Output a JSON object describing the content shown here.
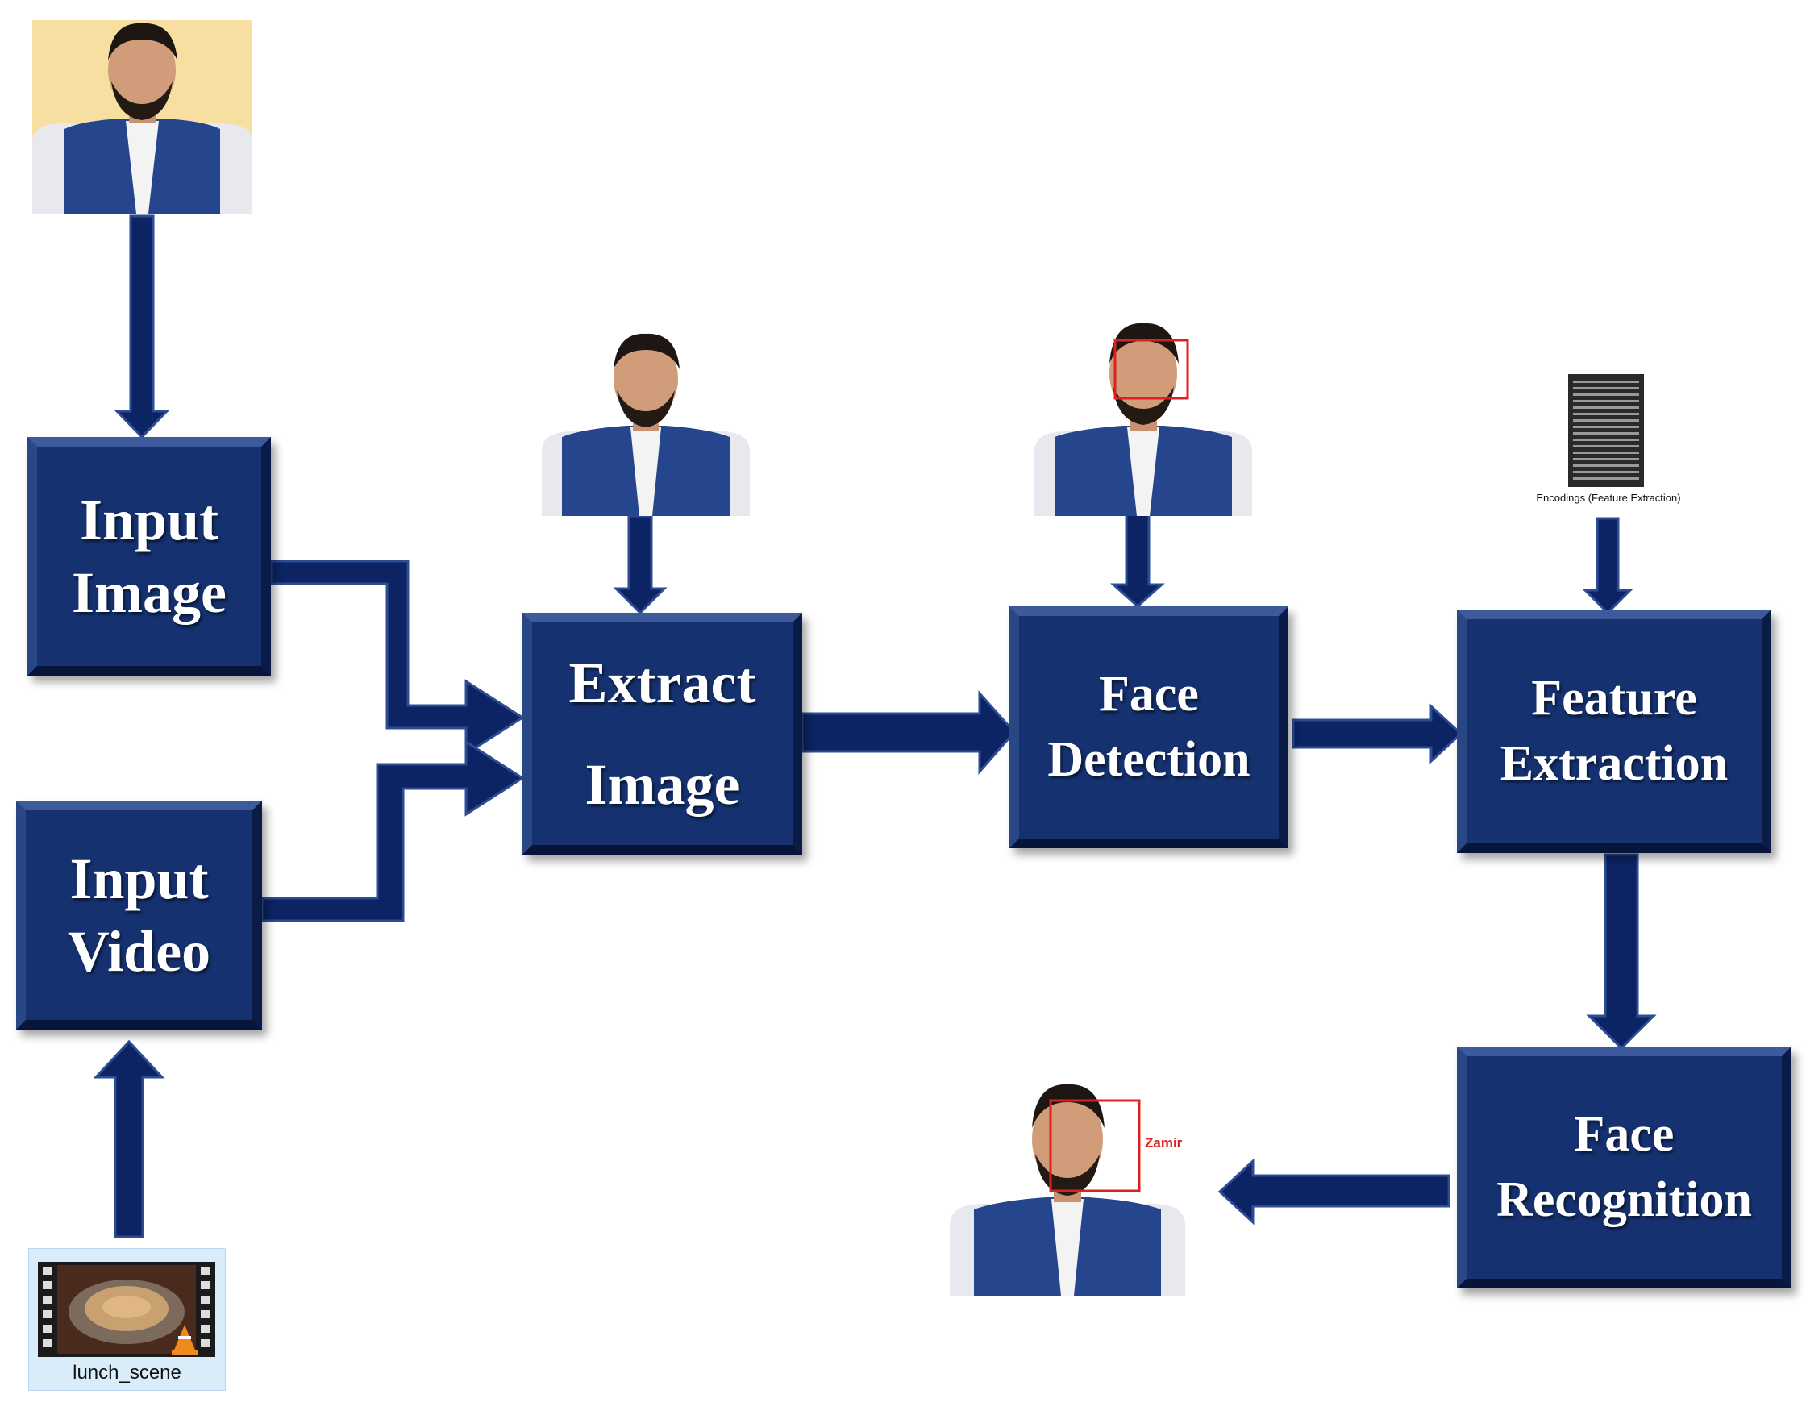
{
  "diagram": {
    "nodes": {
      "input_image": {
        "line1": "Input",
        "line2": "Image"
      },
      "input_video": {
        "line1": "Input",
        "line2": "Video"
      },
      "extract_image": {
        "line1": "Extract",
        "line2": "Image"
      },
      "face_detection": {
        "line1": "Face",
        "line2": "Detection"
      },
      "feature_extraction": {
        "line1": "Feature",
        "line2": "Extraction"
      },
      "face_recognition": {
        "line1": "Face",
        "line2": "Recognition"
      }
    },
    "video_file": {
      "caption": "lunch_scene"
    },
    "encodings": {
      "caption": "Encodings (Feature Extraction)"
    },
    "recognized_label": "Zamir",
    "colors": {
      "box": "#15316f",
      "arrow": "#0d2464",
      "face_box": "#e02020"
    }
  }
}
